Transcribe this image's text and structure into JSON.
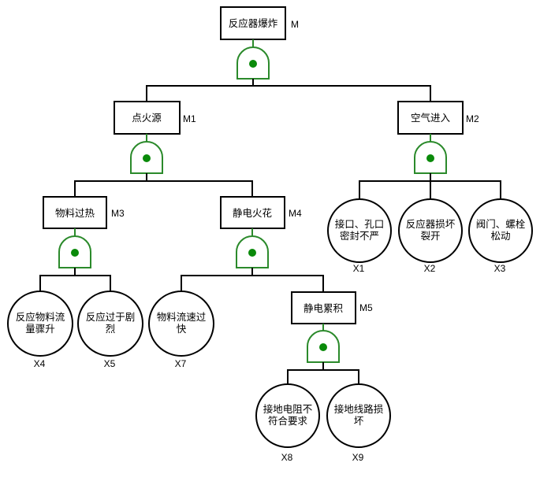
{
  "diagram": {
    "type": "fault-tree",
    "gate_color": "#2b8a2b",
    "gate_dot_color": "#0a8a0a",
    "top_event": {
      "id": "M",
      "label": "反应器爆炸",
      "gate": "AND",
      "children": [
        "M1",
        "M2"
      ]
    },
    "intermediate_events": [
      {
        "id": "M1",
        "label": "点火源",
        "gate": "AND",
        "children": [
          "M3",
          "M4"
        ]
      },
      {
        "id": "M2",
        "label": "空气进入",
        "gate": "AND",
        "children": [
          "X1",
          "X2",
          "X3"
        ]
      },
      {
        "id": "M3",
        "label": "物料过热",
        "gate": "AND",
        "children": [
          "X4",
          "X5"
        ]
      },
      {
        "id": "M4",
        "label": "静电火花",
        "gate": "AND",
        "children": [
          "X7",
          "M5"
        ]
      },
      {
        "id": "M5",
        "label": "静电累积",
        "gate": "AND",
        "children": [
          "X8",
          "X9"
        ]
      }
    ],
    "basic_events": [
      {
        "id": "X1",
        "lines": [
          "接口、孔口",
          "密封不严"
        ]
      },
      {
        "id": "X2",
        "lines": [
          "反应器损坏",
          "裂开"
        ]
      },
      {
        "id": "X3",
        "lines": [
          "阀门、螺栓",
          "松动"
        ]
      },
      {
        "id": "X4",
        "lines": [
          "反应物料流",
          "量骤升"
        ]
      },
      {
        "id": "X5",
        "lines": [
          "反应过于剧",
          "烈"
        ]
      },
      {
        "id": "X7",
        "lines": [
          "物料流速过",
          "快"
        ]
      },
      {
        "id": "X8",
        "lines": [
          "接地电阻不",
          "符合要求"
        ]
      },
      {
        "id": "X9",
        "lines": [
          "接地线路损",
          "坏"
        ]
      }
    ]
  }
}
